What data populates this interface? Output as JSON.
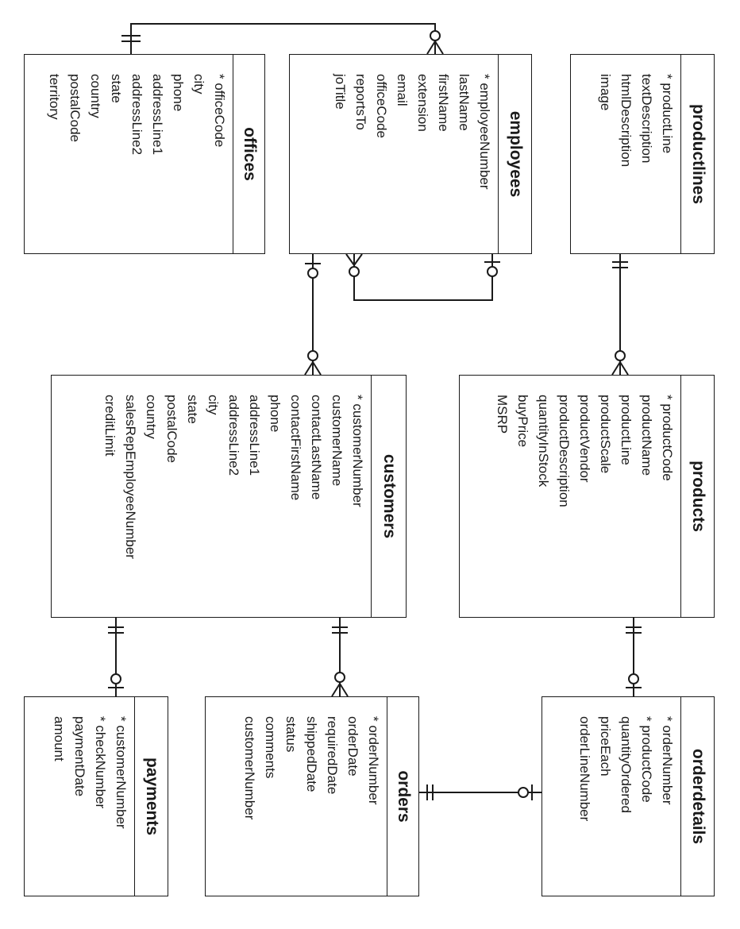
{
  "tables": {
    "offices": {
      "name": "offices",
      "fields": [
        "* officeCode",
        "city",
        "phone",
        "addressLine1",
        "addressLine2",
        "state",
        "country",
        "postalCode",
        "territory"
      ]
    },
    "employees": {
      "name": "employees",
      "fields": [
        "* employeeNumber",
        "lastName",
        "firstName",
        "extension",
        "email",
        "officeCode",
        "reportsTo",
        "joTitle"
      ]
    },
    "productlines": {
      "name": "productlines",
      "fields": [
        "* productLine",
        "textDescription",
        "htmlDescription",
        "image"
      ]
    },
    "customers": {
      "name": "customers",
      "fields": [
        "* customerNumber",
        "customerName",
        "contactLastName",
        "contactFirstName",
        "phone",
        "addressLine1",
        "addressLine2",
        "city",
        "state",
        "postalCode",
        "country",
        "salesRepEmployeeNumber",
        "creditLimit"
      ]
    },
    "products": {
      "name": "products",
      "fields": [
        "* productCode",
        "productName",
        "productLine",
        "productScale",
        "productVendor",
        "productDescription",
        "quantityInStock",
        "buyPrice",
        "MSRP"
      ]
    },
    "payments": {
      "name": "payments",
      "fields": [
        "* customerNumber",
        "* checkNumber",
        "paymentDate",
        "amount"
      ]
    },
    "orders": {
      "name": "orders",
      "fields": [
        "* orderNumber",
        "orderDate",
        "requiredDate",
        "shippedDate",
        "status",
        "comments",
        "customerNumber"
      ]
    },
    "orderdetails": {
      "name": "orderdetails",
      "fields": [
        "* orderNumber",
        "* productCode",
        "quantityOrdered",
        "priceEach",
        "orderLineNumber"
      ]
    }
  }
}
